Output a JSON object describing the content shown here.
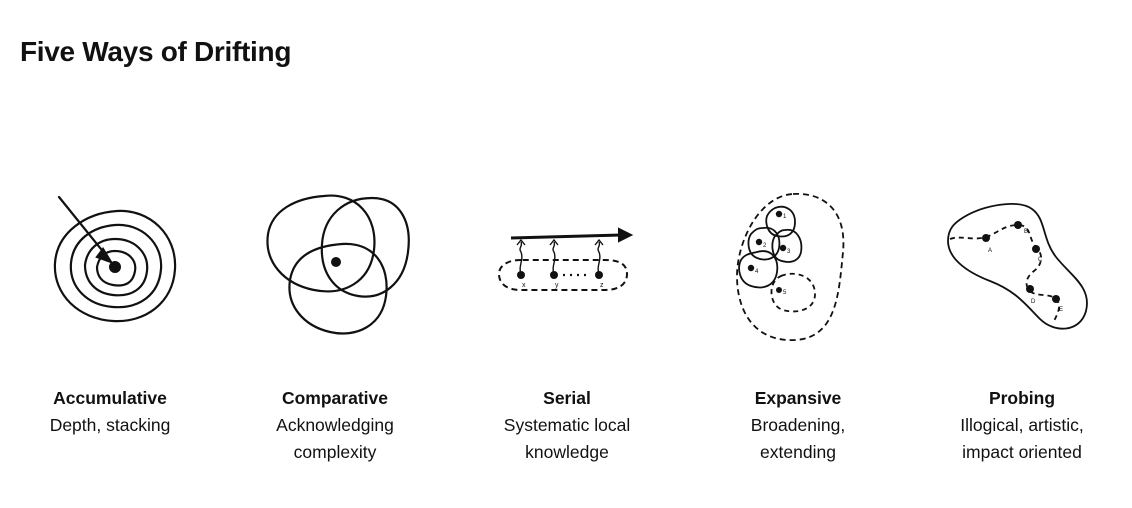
{
  "title": "Five Ways of Drifting",
  "modes": [
    {
      "name": "Accumulative",
      "desc": "Depth, stacking",
      "icon": "concentric-circles-icon"
    },
    {
      "name": "Comparative",
      "desc": "Acknowledging\ncomplexity",
      "icon": "overlapping-circles-icon"
    },
    {
      "name": "Serial",
      "desc": "Systematic local\nknowledge",
      "icon": "serial-path-icon"
    },
    {
      "name": "Expansive",
      "desc": "Broadening,\nextending",
      "icon": "nested-blobs-icon"
    },
    {
      "name": "Probing",
      "desc": "Illogical, artistic,\nimpact oriented",
      "icon": "probing-path-icon"
    }
  ],
  "serial_labels": [
    "x",
    "y",
    "z"
  ],
  "expansive_labels": [
    "1",
    "2",
    "3",
    "4",
    "5"
  ],
  "probing_labels": [
    "A",
    "B",
    "C",
    "D",
    "E"
  ]
}
